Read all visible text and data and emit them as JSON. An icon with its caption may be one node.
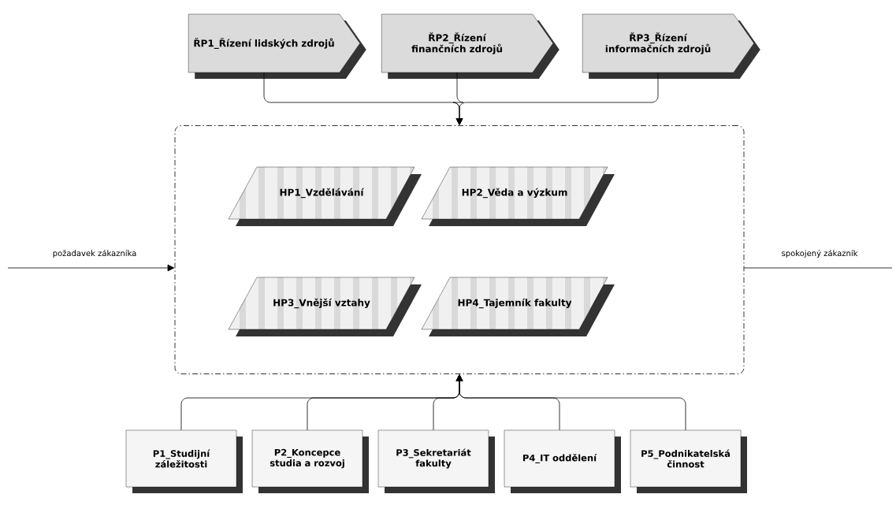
{
  "diagram": {
    "nodes": [
      {
        "text": [
          "ŘP1_Řízení lidských zdrojů"
        ]
      },
      {
        "text": [
          "ŘP2_Řízení finančních zdrojů"
        ]
      },
      {
        "text": [
          "ŘP3_Řízení informačních zdrojů"
        ]
      },
      {
        "text": [],
        "shape": "box"
      },
      {
        "text": [
          "HP1_Vzdělávání"
        ],
        "in": 3
      },
      {
        "text": [
          "HP2_Věda a výzkum"
        ],
        "in": 3
      },
      {
        "text": [
          "HP3_Vnější vztahy"
        ],
        "in": 3
      },
      {
        "text": [
          "HP4_Tajemník fakulty"
        ],
        "in": 3
      },
      {
        "text": [
          "P1_Studijní záležitosti"
        ]
      },
      {
        "text": [
          "P2_Koncepce studia a rozvoj"
        ]
      },
      {
        "text": [
          "P3_Sekretariát fakulty"
        ]
      },
      {
        "text": [
          "P4_IT oddělení"
        ]
      },
      {
        "text": [
          "P5_Podnikatelská činnost"
        ]
      }
    ],
    "edges": [
      {
        "from": 0,
        "to": 3,
        "arrow": "to"
      },
      {
        "from": 1,
        "to": 3,
        "arrow": "to"
      },
      {
        "from": 2,
        "to": 3,
        "arrow": "to"
      },
      {
        "from": 8,
        "to": 3,
        "arrow": "to"
      },
      {
        "from": 9,
        "to": 3,
        "arrow": "to"
      },
      {
        "from": 10,
        "to": 3,
        "arrow": "to"
      },
      {
        "from": 11,
        "to": 3,
        "arrow": "to"
      },
      {
        "from": 12,
        "to": 3,
        "arrow": "to"
      },
      {
        "from": null,
        "to": 3,
        "arrow": "to",
        "label": "požadavek zákazníka"
      },
      {
        "from": 3,
        "to": null,
        "arrow": "none",
        "label": "spokojený zákazník"
      }
    ]
  }
}
